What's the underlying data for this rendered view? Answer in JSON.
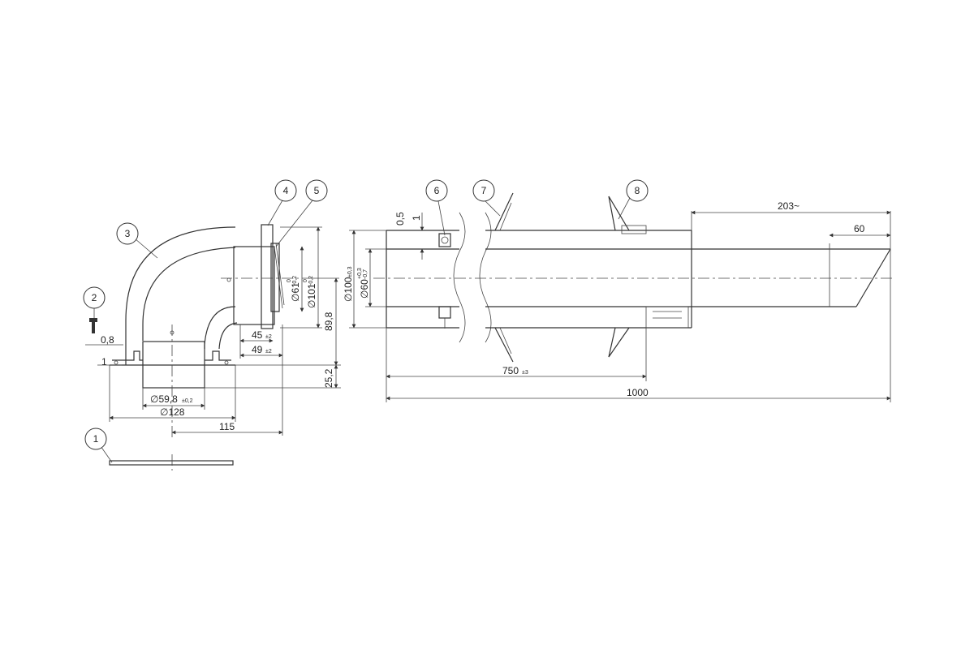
{
  "callouts": [
    "1",
    "2",
    "3",
    "4",
    "5",
    "6",
    "7",
    "8"
  ],
  "dimensions": {
    "d_0_8": "0,8",
    "d_1_left": "1",
    "d_59_8": "∅59,8",
    "d_59_8_tol": "±0,2",
    "d_128": "∅128",
    "d_115": "115",
    "d_45": "45",
    "d_45_tol": "±2",
    "d_49": "49",
    "d_49_tol": "±2",
    "d_61": "∅61",
    "d_61_tol_upper": "0",
    "d_61_tol_lower": "-0,2",
    "d_101": "∅101",
    "d_101_tol_upper": "0",
    "d_101_tol_lower": "-0,2",
    "d_89_8": "89,8",
    "d_25_2": "25,2",
    "d_0_5": "0,5",
    "d_1_right": "1",
    "d_100": "∅100",
    "d_100_tol": "±0,3",
    "d_60": "∅60",
    "d_60_tol_upper": "+0,3",
    "d_60_tol_lower": "-0,7",
    "d_750": "750",
    "d_750_tol": "±3",
    "d_1000": "1000",
    "d_203": "203~",
    "d_60_end": "60"
  }
}
